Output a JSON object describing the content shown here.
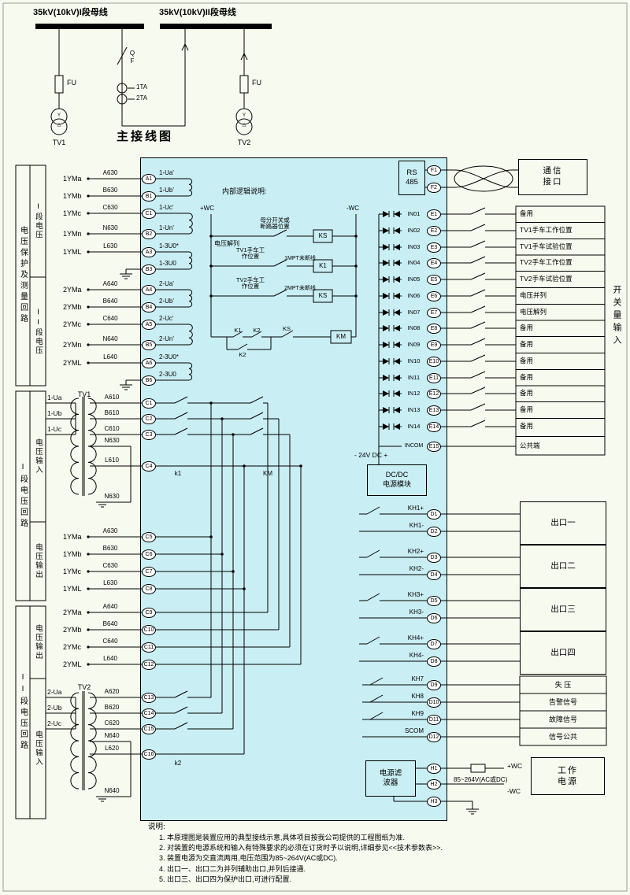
{
  "top": {
    "bus1": "35kV(10kV)I段母线",
    "bus2": "35kV(10kV)II段母线",
    "fu1": "FU",
    "fu2": "FU",
    "qf": "QF",
    "ta1": "1TA",
    "ta2": "2TA",
    "tv1": "TV1",
    "tv2": "TV2",
    "title": "主接线图"
  },
  "left_panels": [
    {
      "label": "电压保护及测量回路",
      "subs": [
        {
          "label": "I段电压"
        },
        {
          "label": "II段电压"
        }
      ]
    },
    {
      "label": "I段电压回路",
      "subs": [
        {
          "label": "电压输入"
        },
        {
          "label": "电压输出"
        }
      ]
    },
    {
      "label": "II段电压回路",
      "subs": [
        {
          "label": "电压输出"
        },
        {
          "label": "电压输入"
        }
      ]
    }
  ],
  "vt_groups": [
    {
      "rows": [
        {
          "ext": "1YMa",
          "wire": "A630",
          "sig": "1-Ua'",
          "term": "A1"
        },
        {
          "ext": "1YMb",
          "wire": "B630",
          "sig": "1-Ub'",
          "term": "B1"
        },
        {
          "ext": "1YMc",
          "wire": "C630",
          "sig": "1-Uc'",
          "term": "C1"
        },
        {
          "ext": "1YMn",
          "wire": "N630",
          "sig": "1-Un'",
          "term": "B2"
        },
        {
          "ext": "1YML",
          "wire": "L630",
          "sig": "1-3U0*",
          "term": "A3"
        },
        {
          "ext": "",
          "wire": "",
          "sig": "1-3U0",
          "term": "B3"
        }
      ]
    },
    {
      "rows": [
        {
          "ext": "2YMa",
          "wire": "A640",
          "sig": "2-Ua'",
          "term": "A4"
        },
        {
          "ext": "2YMb",
          "wire": "B640",
          "sig": "2-Ub'",
          "term": "B4"
        },
        {
          "ext": "2YMc",
          "wire": "C640",
          "sig": "2-Uc'",
          "term": "A5"
        },
        {
          "ext": "2YMn",
          "wire": "N640",
          "sig": "2-Un'",
          "term": "B5"
        },
        {
          "ext": "2YML",
          "wire": "L640",
          "sig": "2-3U0*",
          "term": "A6"
        },
        {
          "ext": "",
          "wire": "",
          "sig": "2-3U0",
          "term": "B6"
        }
      ]
    }
  ],
  "tv1_section": {
    "name": "TV1",
    "inputs": [
      "1-Ua",
      "1-Ub",
      "1-Uc"
    ],
    "rows": [
      {
        "wire": "A610",
        "term": "C1"
      },
      {
        "wire": "B610",
        "term": "C2"
      },
      {
        "wire": "C610",
        "term": "C3"
      },
      {
        "wire": "N630",
        "term": ""
      },
      {
        "wire": "L610",
        "term": "C4"
      }
    ],
    "k": "k1",
    "km": "KM",
    "gnd_wire": "N630"
  },
  "out_groups": [
    {
      "rows": [
        {
          "ext": "1YMa",
          "wire": "A630",
          "term": "C5"
        },
        {
          "ext": "1YMb",
          "wire": "B630",
          "term": "C6"
        },
        {
          "ext": "1YMc",
          "wire": "C630",
          "term": "C7"
        },
        {
          "ext": "1YML",
          "wire": "L630",
          "term": "C8"
        }
      ]
    },
    {
      "rows": [
        {
          "ext": "2YMa",
          "wire": "A640",
          "term": "C9"
        },
        {
          "ext": "2YMb",
          "wire": "B640",
          "term": "C10"
        },
        {
          "ext": "2YMc",
          "wire": "C640",
          "term": "C11"
        },
        {
          "ext": "2YML",
          "wire": "L640",
          "term": "C12"
        }
      ]
    }
  ],
  "tv2_section": {
    "name": "TV2",
    "inputs": [
      "2-Ua",
      "2-Ub",
      "2-Uc"
    ],
    "rows": [
      {
        "wire": "A620",
        "term": "C13"
      },
      {
        "wire": "B620",
        "term": "C14"
      },
      {
        "wire": "C620",
        "term": "C15"
      },
      {
        "wire": "N640",
        "term": ""
      },
      {
        "wire": "L620",
        "term": "C16"
      }
    ],
    "k": "k2",
    "gnd_wire": "N640"
  },
  "logic": {
    "title": "内部逻辑说明:",
    "rail_plus": "+WC",
    "rail_minus": "-WC",
    "left_label": "电压解列",
    "branches": [
      {
        "cond": "母分开关或\n断路器位置",
        "extra": "",
        "relay": "KS"
      },
      {
        "cond": "TV1手车工\n作位置",
        "extra": "1MPT未断线",
        "relay": "K1"
      },
      {
        "cond": "TV2手车工\n作位置",
        "extra": "2MPT未断线",
        "relay": "KS"
      }
    ],
    "final": {
      "top1": "K1",
      "top2": "K2",
      "bottom": "K2",
      "series": "KS",
      "coil": "KM"
    }
  },
  "comm": {
    "rs": "RS\n485",
    "t1": "F1",
    "t2": "F2",
    "box": "通信\n接口"
  },
  "din": {
    "rows": [
      {
        "in": "IN01",
        "term": "E1",
        "label": "备用"
      },
      {
        "in": "IN02",
        "term": "E2",
        "label": "TV1手车工作位置"
      },
      {
        "in": "IN03",
        "term": "E3",
        "label": "TV1手车试验位置"
      },
      {
        "in": "IN04",
        "term": "E4",
        "label": "TV2手车工作位置"
      },
      {
        "in": "IN05",
        "term": "E5",
        "label": "TV2手车试验位置"
      },
      {
        "in": "IN06",
        "term": "E6",
        "label": "电压并列"
      },
      {
        "in": "IN07",
        "term": "E7",
        "label": "电压解列"
      },
      {
        "in": "IN08",
        "term": "E8",
        "label": "备用"
      },
      {
        "in": "IN09",
        "term": "E9",
        "label": "备用"
      },
      {
        "in": "IN10",
        "term": "E10",
        "label": "备用"
      },
      {
        "in": "IN11",
        "term": "E11",
        "label": "备用"
      },
      {
        "in": "IN12",
        "term": "E12",
        "label": "备用"
      },
      {
        "in": "IN13",
        "term": "E13",
        "label": "备用"
      },
      {
        "in": "IN14",
        "term": "E14",
        "label": "备用"
      },
      {
        "in": "INCOM",
        "term": "E15",
        "label": "公共端"
      }
    ],
    "side_label": "开关量输入",
    "supply": "- 24V DC +",
    "module": "DC/DC\n电源模块"
  },
  "dout": {
    "pairs": [
      {
        "a": "KH1+",
        "ta": "D1",
        "b": "KH1-",
        "tb": "D2",
        "label": "出口一"
      },
      {
        "a": "KH2+",
        "ta": "D3",
        "b": "KH2-",
        "tb": "D4",
        "label": "出口二"
      },
      {
        "a": "KH3+",
        "ta": "D5",
        "b": "KH3-",
        "tb": "D6",
        "label": "出口三"
      },
      {
        "a": "KH4+",
        "ta": "D7",
        "b": "KH4-",
        "tb": "D8",
        "label": "出口四"
      }
    ],
    "signals": [
      {
        "kh": "KH7",
        "term": "D9",
        "label": "失  压"
      },
      {
        "kh": "KH8",
        "term": "D10",
        "label": "告警信号"
      },
      {
        "kh": "KH9",
        "term": "D11",
        "label": "故障信号"
      },
      {
        "kh": "SCOM",
        "term": "D12",
        "label": "信号公共"
      }
    ]
  },
  "power": {
    "filter": "电源滤\n波器",
    "h": [
      "H1",
      "H2",
      "H3"
    ],
    "plus": "+WC",
    "range": "85~264V(AC或DC)",
    "minus": "-WC",
    "box": "工作\n电源"
  },
  "notes": {
    "title": "说明:",
    "items": [
      "1.  本原理图是装置应用的典型接线示意,具体项目按我公司提供的工程图纸为准.",
      "2.  对装置的电源系统和输入有特殊要求的必须在订货时予以说明,详细参见<<技术参数表>>.",
      "3.  装置电源为交直流两用,电压范围为85~264V(AC或DC).",
      "4.  出口一、出口二为并列辅助出口,并列后接通.",
      "5.  出口三、出口四为保护出口,可进行配置."
    ]
  }
}
